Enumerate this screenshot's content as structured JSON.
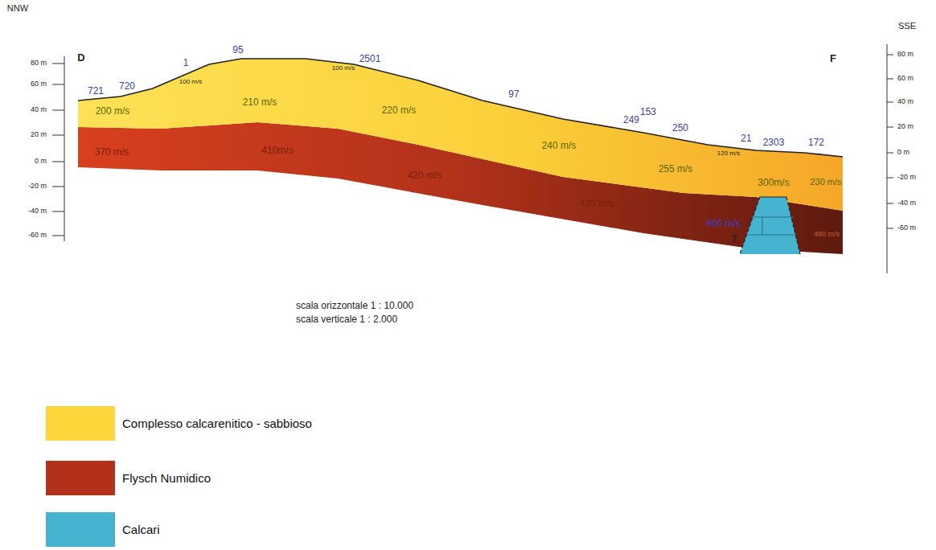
{
  "diagram": {
    "labels": [
      "NNW",
      "SSE",
      "D",
      "F",
      "721",
      "720",
      "1",
      "95",
      "2501",
      "97",
      "249",
      "153",
      "250",
      "21",
      "2303",
      "172",
      "100 m/s",
      "100 m/s",
      "120 m/s",
      "200 m/s",
      "210 m/s",
      "220 m/s",
      "240 m/s",
      "255 m/s",
      "300m/s",
      "230 m/s",
      "370 m/s",
      "410m/s",
      "420 m/s",
      "430 m/s",
      "600 m/s",
      "480 m/s",
      "?",
      "80 m",
      "60 m",
      "40 m",
      "20 m",
      "0 m",
      "-20 m",
      "-40 m",
      "-60 m",
      "80 m",
      "60 m",
      "40 m",
      "20 m",
      "0 m",
      "-20 m",
      "-40 m",
      "-60 m",
      "scala orizzontale 1 : 10.000",
      "scala verticale 1 : 2.000"
    ],
    "legend": [
      {
        "text": "Complesso calcarenitico - sabbioso",
        "color": "#fcd63a"
      },
      {
        "text": "Flysch Numidico",
        "color": "#b3301b"
      },
      {
        "text": "Calcari",
        "color": "#46b4d0"
      }
    ]
  }
}
